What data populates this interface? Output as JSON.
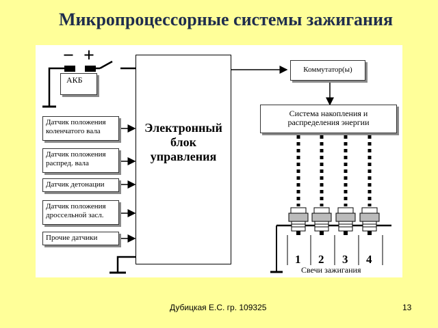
{
  "title": "Микропроцессорные системы зажигания",
  "battery": {
    "label": "АКБ",
    "minus": "−",
    "plus": "+"
  },
  "ecu": {
    "line1": "Электронный",
    "line2": "блок",
    "line3": "управления"
  },
  "sensors": [
    {
      "line1": "Датчик положения",
      "line2": "коленчатого вала"
    },
    {
      "line1": "Датчик положения",
      "line2": "распред. вала"
    },
    {
      "line1": "Датчик детонации",
      "line2": ""
    },
    {
      "line1": "Датчик положения",
      "line2": "дроссельной засл."
    },
    {
      "line1": "Прочие датчики",
      "line2": ""
    }
  ],
  "commutator": "Коммутатор(ы)",
  "storage": {
    "line1": "Система накопления и",
    "line2": "распределения энергии"
  },
  "plugs": {
    "numbers": [
      "1",
      "2",
      "3",
      "4"
    ],
    "caption": "Свечи зажигания"
  },
  "footer": {
    "author": "Дубицкая Е.С. гр. 109325",
    "page": "13"
  }
}
